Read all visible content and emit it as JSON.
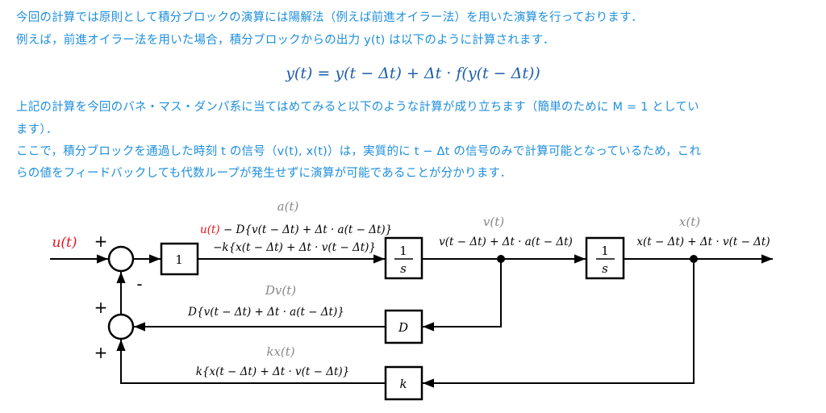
{
  "text": {
    "line1": "今回の計算では原則として積分ブロックの演算には陽解法（例えば前進オイラー法）を用いた演算を行っております．",
    "line2": "例えば，前進オイラー法を用いた場合，積分ブロックからの出力 y(t) は以下のように計算されます．",
    "equation": "y(t) = y(t − Δt) + Δt · f(y(t − Δt))",
    "line3": "上記の計算を今回のバネ・マス・ダンパ系に当てはめてみると以下のような計算が成り立ちます（簡単のために M = 1 としてい",
    "line4": "ます）．",
    "line5": "ここで，積分ブロックを通過した時刻 t の信号（v(t), x(t)）は，実質的に t − Δt の信号のみで計算可能となっているため，これ",
    "line6": "らの値をフィードバックしても代数ループが発生せずに演算が可能であることが分かります．"
  },
  "diagram": {
    "input": "u(t)",
    "sign_top": "+",
    "sign_minus": "-",
    "sign_mid": "+",
    "sign_bottom": "+",
    "gain_block": "1",
    "integrator_num": "1",
    "integrator_den": "s",
    "a_label": "a(t)",
    "a_expr_u": "u(t)",
    "a_expr_1": " − D{v(t − Δt) + Δt · a(t − Δt)}",
    "a_expr_2": "−k{x(t − Δt) + Δt · v(t − Δt)}",
    "v_label": "v(t)",
    "v_expr": "v(t − Δt) + Δt · a(t − Δt)",
    "x_label": "x(t)",
    "x_expr": "x(t − Δt) + Δt · v(t − Δt)",
    "dv_label": "Dv(t)",
    "dv_expr": "D{v(t − Δt) + Δt · a(t − Δt)}",
    "kx_label": "kx(t)",
    "kx_expr": "k{x(t − Δt) + Δt · v(t − Δt)}",
    "damper_block": "D",
    "spring_block": "k"
  },
  "colors": {
    "text": "#1f8fdc",
    "input": "#e8141c",
    "signal_label": "#888888"
  }
}
